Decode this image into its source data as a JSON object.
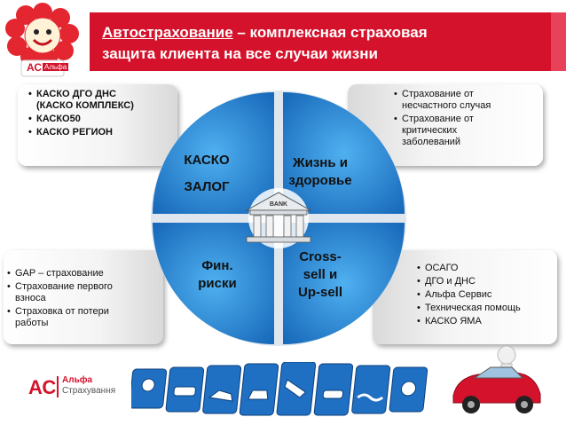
{
  "title": {
    "prefix": "Автострахование",
    "rest_line1": " – комплексная страховая",
    "line2": "защита клиента на все случаи жизни"
  },
  "mascot_logo": {
    "brand": "АС",
    "brand_small": "Альфа"
  },
  "circle": {
    "q1": {
      "line1": "КАСКО",
      "line2": "ЗАЛОГ"
    },
    "q2": {
      "line1": "Жизнь и",
      "line2": "здоровье"
    },
    "q3": {
      "line1": "Фин.",
      "line2": "риски"
    },
    "q4": {
      "line1": "Cross-",
      "line2": "sell и",
      "line3": "Up-sell"
    },
    "bank_label": "BANK"
  },
  "boxes": {
    "top_left": [
      "КАСКО ДГО ДНС (КАСКО КОМПЛЕКС)",
      "КАСКО50",
      "КАСКО РЕГИОН"
    ],
    "top_right": [
      "Страхование от несчастного случая",
      "Страхование от критических заболеваний"
    ],
    "bottom_left": [
      "GAP – страхование",
      "Страхование первого взноса",
      "Страховка от потери работы"
    ],
    "bottom_right": [
      "ОСАГО",
      "ДГО и ДНС",
      "Альфа Сервис",
      "Техническая помощь",
      "КАСКО ЯМА"
    ]
  },
  "footer_logo": {
    "mark": "АС",
    "line1": "Альфа",
    "line2": "Страхування"
  },
  "colors": {
    "brand_red": "#d4122b",
    "circle_blue": "#1a7fd0",
    "icon_blue": "#1f6fc2"
  },
  "icons": [
    "accident-icon",
    "car-icon",
    "collision-icon",
    "fire-car-icon",
    "falling-car-icon",
    "overturn-icon",
    "flood-icon",
    "theft-icon",
    "storm-icon"
  ]
}
